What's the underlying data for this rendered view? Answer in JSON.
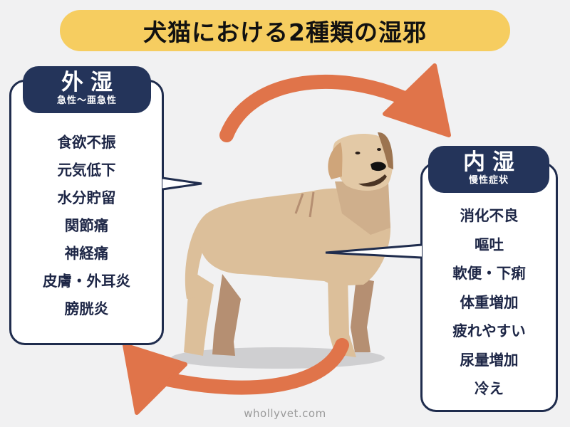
{
  "title": "犬猫における2種類の湿邪",
  "left_panel": {
    "heading": "外湿",
    "subheading": "急性〜亜急性",
    "symptoms": [
      "食欲不振",
      "元気低下",
      "水分貯留",
      "関節痛",
      "神経痛",
      "皮膚・外耳炎",
      "膀胱炎"
    ]
  },
  "right_panel": {
    "heading": "内湿",
    "subheading": "慢性症状",
    "symptoms": [
      "消化不良",
      "嘔吐",
      "軟便・下痢",
      "体重増加",
      "疲れやすい",
      "尿量増加",
      "冷え"
    ]
  },
  "illustration": {
    "subject": "dog-illustration",
    "arrows": [
      "clockwise-arrow-top",
      "clockwise-arrow-bottom"
    ]
  },
  "watermark": "whollyvet.com",
  "colors": {
    "background": "#f1f1f2",
    "title_banner": "#f6cd60",
    "navy": "#24345a",
    "border": "#1f2c4d",
    "arrow": "#e0744a",
    "dog_body": "#dcbf9a",
    "dog_shadow_leg": "#b58f72"
  }
}
